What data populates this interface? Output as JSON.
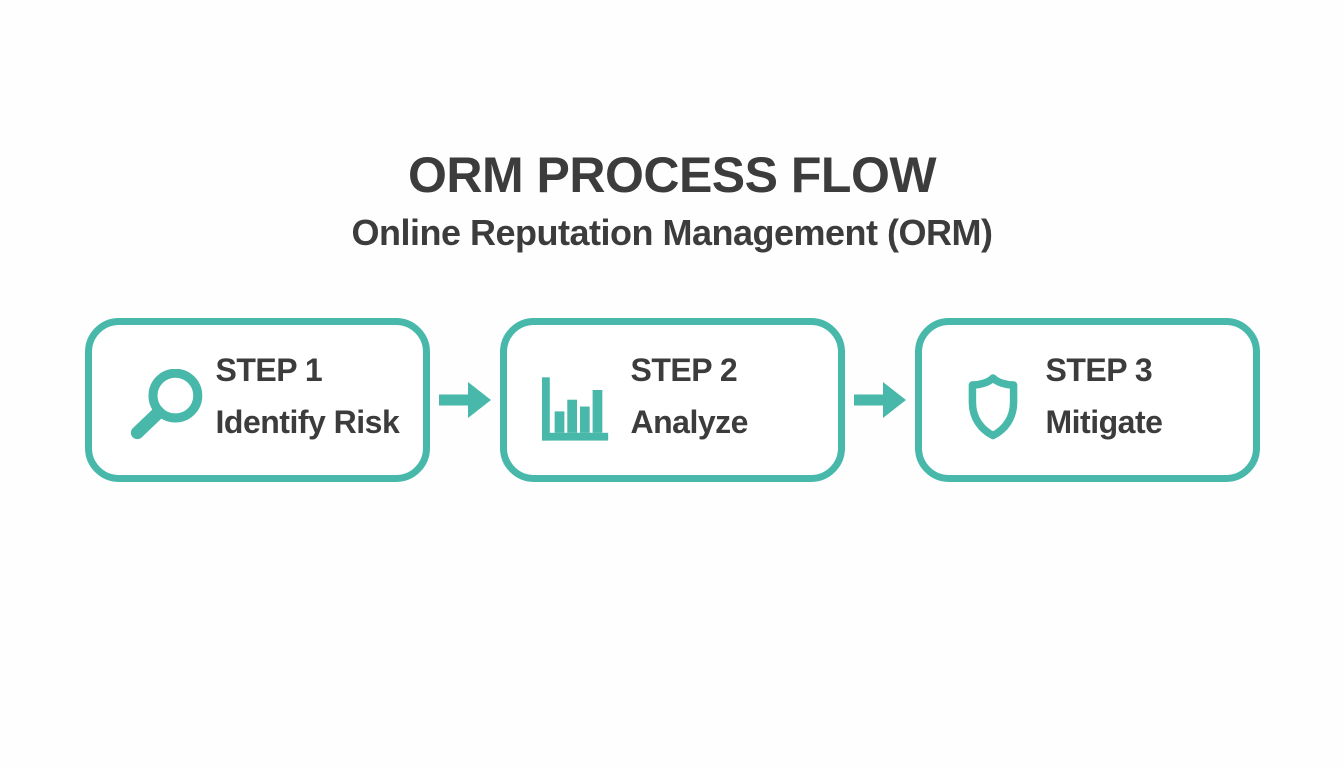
{
  "header": {
    "title": "ORM PROCESS FLOW",
    "subtitle": "Online Reputation Management (ORM)"
  },
  "flow": {
    "steps": [
      {
        "label": "STEP 1",
        "name": "Identify Risk",
        "icon": "magnifier-icon"
      },
      {
        "label": "STEP 2",
        "name": "Analyze",
        "icon": "bar-chart-icon"
      },
      {
        "label": "STEP 3",
        "name": "Mitigate",
        "icon": "shield-icon"
      }
    ],
    "connector": "right-arrow"
  },
  "colors": {
    "accent": "#47b8a9",
    "text": "#3c3c3c",
    "background": "#fefefe",
    "box_background": "#ffffff"
  }
}
